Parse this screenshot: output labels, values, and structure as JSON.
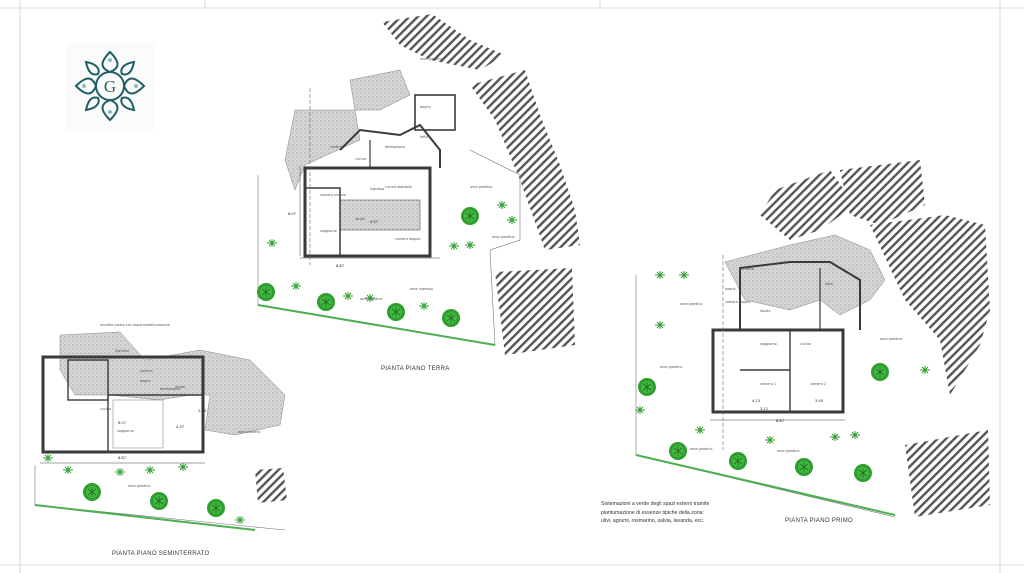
{
  "logo": {
    "letter": "G",
    "color": "#1f5f66"
  },
  "colors": {
    "hatch": "#555555",
    "wall": "#3a3a3a",
    "garden": "#2e9e2e",
    "stone": "#bdbdbd",
    "hedge": "#7ac74f"
  },
  "plans": {
    "ground": {
      "title": "PIANTA PIANO TERRA",
      "labels": [
        "area giardino",
        "area ingresso",
        "area giardino",
        "area giardino",
        "area giardino",
        "bagno",
        "cucina",
        "disimpegno",
        "ingresso",
        "letto",
        "soggiorno",
        "camera singola",
        "cantina",
        "camera doppia",
        "cucina abitabile",
        "locale"
      ],
      "dims": [
        "8.87",
        "6.07",
        "4.37"
      ]
    },
    "basement": {
      "title": "PIANTA PIANO SEMINTERRATO",
      "labels": [
        "muretto pietra con impermeabilizzazione",
        "ingresso",
        "cantina",
        "bagno",
        "disimpegno",
        "soggiorno",
        "locale",
        "area giardino",
        "area giardino",
        "cucina"
      ],
      "dims": [
        "8.87",
        "6.07",
        "4.37",
        "2.33"
      ]
    },
    "first": {
      "title": "PIANTA PIANO PRIMO",
      "labels": [
        "camera doppia",
        "bagno",
        "studio",
        "soggiorno",
        "cucina",
        "letto",
        "camera 1",
        "camera 2",
        "area giardino",
        "area giardino",
        "area giardino",
        "area giardino",
        "area giardino",
        "terrazzo"
      ],
      "dims": [
        "8.87",
        "4.13",
        "3.95",
        "2.12"
      ]
    }
  },
  "note": {
    "lines": [
      "Sistemazioni a verde degli spazi esterni tramite",
      "piantumazione di essenze tipiche della zona:",
      "ulivi, agrumi, rosmarino, salvia, lavanda, ecc."
    ]
  }
}
